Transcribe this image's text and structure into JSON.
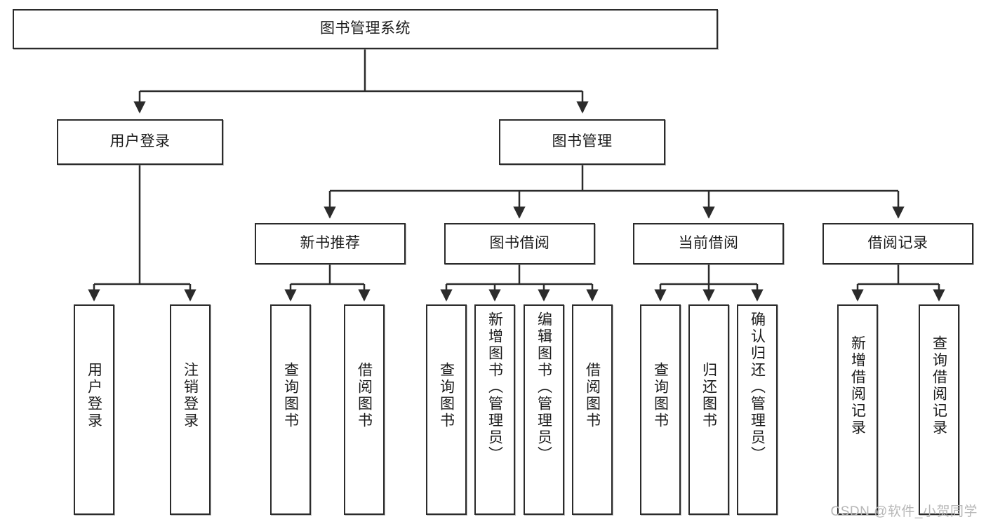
{
  "diagram": {
    "type": "tree-hierarchy",
    "title": "图书管理系统",
    "watermark": "CSDN @软件_小贺同学",
    "root": {
      "id": "root",
      "label": "图书管理系统"
    },
    "level2": [
      {
        "id": "user-login",
        "label": "用户登录"
      },
      {
        "id": "book-management",
        "label": "图书管理"
      }
    ],
    "level3": [
      {
        "id": "new-book-recommend",
        "label": "新书推荐",
        "parent": "book-management"
      },
      {
        "id": "book-borrow",
        "label": "图书借阅",
        "parent": "book-management"
      },
      {
        "id": "current-borrow",
        "label": "当前借阅",
        "parent": "book-management"
      },
      {
        "id": "borrow-record",
        "label": "借阅记录",
        "parent": "book-management"
      }
    ],
    "leaves": [
      {
        "id": "leaf-user-login",
        "label": "用户登录",
        "parent": "user-login"
      },
      {
        "id": "leaf-logout",
        "label": "注销登录",
        "parent": "user-login"
      },
      {
        "id": "leaf-query-book-1",
        "label": "查询图书",
        "parent": "new-book-recommend"
      },
      {
        "id": "leaf-borrow-book-1",
        "label": "借阅图书",
        "parent": "new-book-recommend"
      },
      {
        "id": "leaf-query-book-2",
        "label": "查询图书",
        "parent": "book-borrow"
      },
      {
        "id": "leaf-add-book",
        "label": "新增图书（管理员）",
        "parent": "book-borrow"
      },
      {
        "id": "leaf-edit-book",
        "label": "编辑图书（管理员）",
        "parent": "book-borrow"
      },
      {
        "id": "leaf-borrow-book-2",
        "label": "借阅图书",
        "parent": "book-borrow"
      },
      {
        "id": "leaf-query-book-3",
        "label": "查询图书",
        "parent": "current-borrow"
      },
      {
        "id": "leaf-return-book",
        "label": "归还图书",
        "parent": "current-borrow"
      },
      {
        "id": "leaf-confirm-return",
        "label": "确认归还（管理员）",
        "parent": "current-borrow"
      },
      {
        "id": "leaf-add-record",
        "label": "新增借阅记录",
        "parent": "borrow-record"
      },
      {
        "id": "leaf-query-record",
        "label": "查询借阅记录",
        "parent": "borrow-record"
      }
    ],
    "colors": {
      "stroke": "#2b2b2b",
      "fill": "#ffffff",
      "text": "#1a1a1a",
      "watermark": "#b7b7b7"
    }
  }
}
